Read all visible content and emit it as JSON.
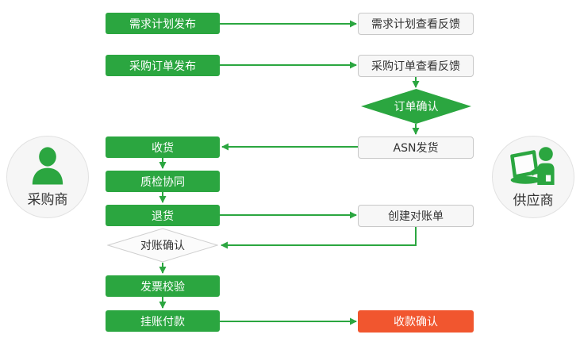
{
  "diagram": {
    "type": "flowchart",
    "colors": {
      "process_green": "#2BA640",
      "terminal_red": "#F1562F",
      "neutral_fill": "#F7F7F7",
      "neutral_border": "#C8C8C8",
      "arrow_green": "#2BA640",
      "dark_text": "#333333",
      "light_text": "#FFFFFF"
    },
    "actors": {
      "buyer": {
        "label": "采购商",
        "icon": "person-icon"
      },
      "supplier": {
        "label": "供应商",
        "icon": "person-laptop-icon"
      }
    },
    "nodes": {
      "demand_plan_publish": {
        "label": "需求计划发布",
        "type": "process",
        "actor": "buyer"
      },
      "demand_plan_feedback": {
        "label": "需求计划查看反馈",
        "type": "process",
        "actor": "supplier"
      },
      "po_publish": {
        "label": "采购订单发布",
        "type": "process",
        "actor": "buyer"
      },
      "po_feedback": {
        "label": "采购订单查看反馈",
        "type": "process",
        "actor": "supplier"
      },
      "order_confirm": {
        "label": "订单确认",
        "type": "decision",
        "actor": "supplier"
      },
      "asn_ship": {
        "label": "ASN发货",
        "type": "process",
        "actor": "supplier"
      },
      "receive": {
        "label": "收货",
        "type": "process",
        "actor": "buyer"
      },
      "quality_collab": {
        "label": "质检协同",
        "type": "process",
        "actor": "buyer"
      },
      "return_goods": {
        "label": "退货",
        "type": "process",
        "actor": "buyer"
      },
      "create_statement": {
        "label": "创建对账单",
        "type": "process",
        "actor": "supplier"
      },
      "statement_confirm": {
        "label": "对账确认",
        "type": "decision",
        "actor": "buyer"
      },
      "invoice_check": {
        "label": "发票校验",
        "type": "process",
        "actor": "buyer"
      },
      "book_payment": {
        "label": "挂账付款",
        "type": "process",
        "actor": "buyer"
      },
      "payment_confirm": {
        "label": "收款确认",
        "type": "terminal",
        "actor": "supplier"
      }
    },
    "connections": [
      {
        "from": "demand_plan_publish",
        "to": "demand_plan_feedback"
      },
      {
        "from": "po_publish",
        "to": "po_feedback"
      },
      {
        "from": "po_feedback",
        "to": "order_confirm"
      },
      {
        "from": "order_confirm",
        "to": "asn_ship"
      },
      {
        "from": "asn_ship",
        "to": "receive"
      },
      {
        "from": "receive",
        "to": "quality_collab"
      },
      {
        "from": "quality_collab",
        "to": "return_goods"
      },
      {
        "from": "return_goods",
        "to": "create_statement"
      },
      {
        "from": "create_statement",
        "to": "statement_confirm"
      },
      {
        "from": "statement_confirm",
        "to": "invoice_check"
      },
      {
        "from": "invoice_check",
        "to": "book_payment"
      },
      {
        "from": "book_payment",
        "to": "payment_confirm"
      }
    ]
  }
}
